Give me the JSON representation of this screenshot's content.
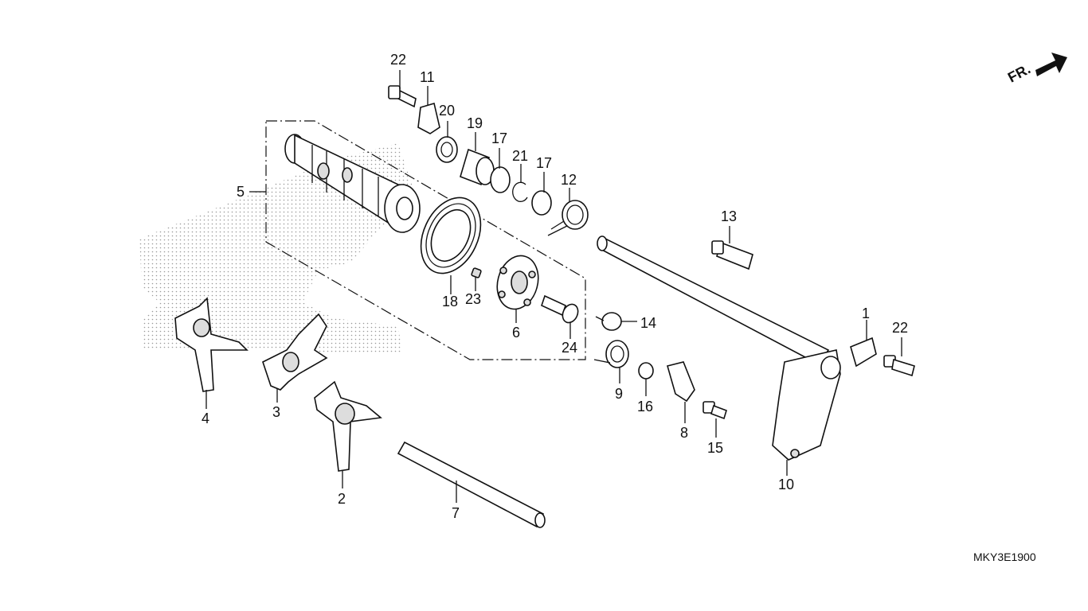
{
  "diagram": {
    "direction_label": "FR.",
    "diagram_code": "MKY3E1900",
    "callouts": {
      "c1": "1",
      "c2": "2",
      "c3": "3",
      "c4": "4",
      "c5": "5",
      "c6": "6",
      "c7": "7",
      "c8": "8",
      "c9": "9",
      "c10": "10",
      "c11": "11",
      "c12": "12",
      "c13": "13",
      "c14": "14",
      "c15": "15",
      "c16": "16",
      "c17a": "17",
      "c17b": "17",
      "c18": "18",
      "c19": "19",
      "c20": "20",
      "c21": "21",
      "c22a": "22",
      "c22b": "22",
      "c23": "23",
      "c24": "24"
    }
  }
}
